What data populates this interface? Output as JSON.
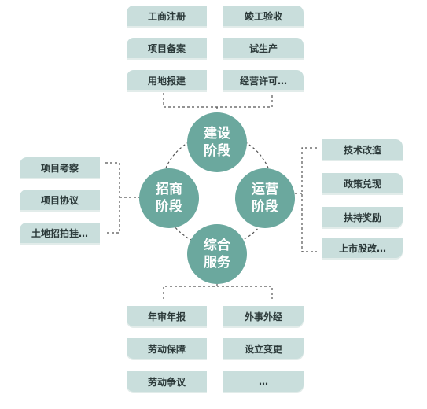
{
  "stages": {
    "top": "建设\n阶段",
    "left": "招商\n阶段",
    "right": "运营\n阶段",
    "bottom": "综合\n服务"
  },
  "top_items": [
    "工商注册",
    "竣工验收",
    "项目备案",
    "试生产",
    "用地报建",
    "经营许可…"
  ],
  "left_items": [
    "项目考察",
    "项目协议",
    "土地招拍挂…"
  ],
  "right_items": [
    "技术改造",
    "政策兑现",
    "扶持奖励",
    "上市股改…"
  ],
  "bottom_items": [
    "年审年报",
    "外事外经",
    "劳动保障",
    "设立变更",
    "劳动争议",
    "…"
  ],
  "colors": {
    "circle": "#6ba89e",
    "box": "#c9dedc",
    "connector": "#555555",
    "text": "#2c3a3a"
  }
}
